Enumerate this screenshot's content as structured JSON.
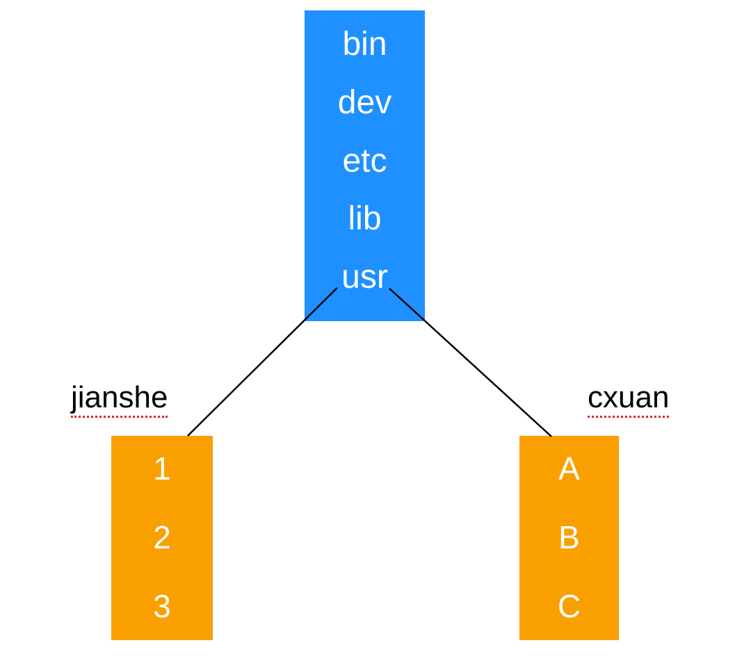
{
  "diagram": {
    "title": "filesystem-tree",
    "root": {
      "name": "root-directory-box",
      "items": [
        "bin",
        "dev",
        "etc",
        "lib",
        "usr"
      ]
    },
    "left_child": {
      "label": "jianshe",
      "items": [
        "1",
        "2",
        "3"
      ]
    },
    "right_child": {
      "label": "cxuan",
      "items": [
        "A",
        "B",
        "C"
      ]
    },
    "edges": [
      {
        "from": "usr",
        "to": "jianshe"
      },
      {
        "from": "usr",
        "to": "cxuan"
      }
    ],
    "colors": {
      "root_box": "#1E90FF",
      "child_box": "#F9A000",
      "box_text": "#FFFFFF",
      "label_text": "#000000",
      "label_underline": "#ED1C1C",
      "edge_line": "#000000"
    }
  }
}
